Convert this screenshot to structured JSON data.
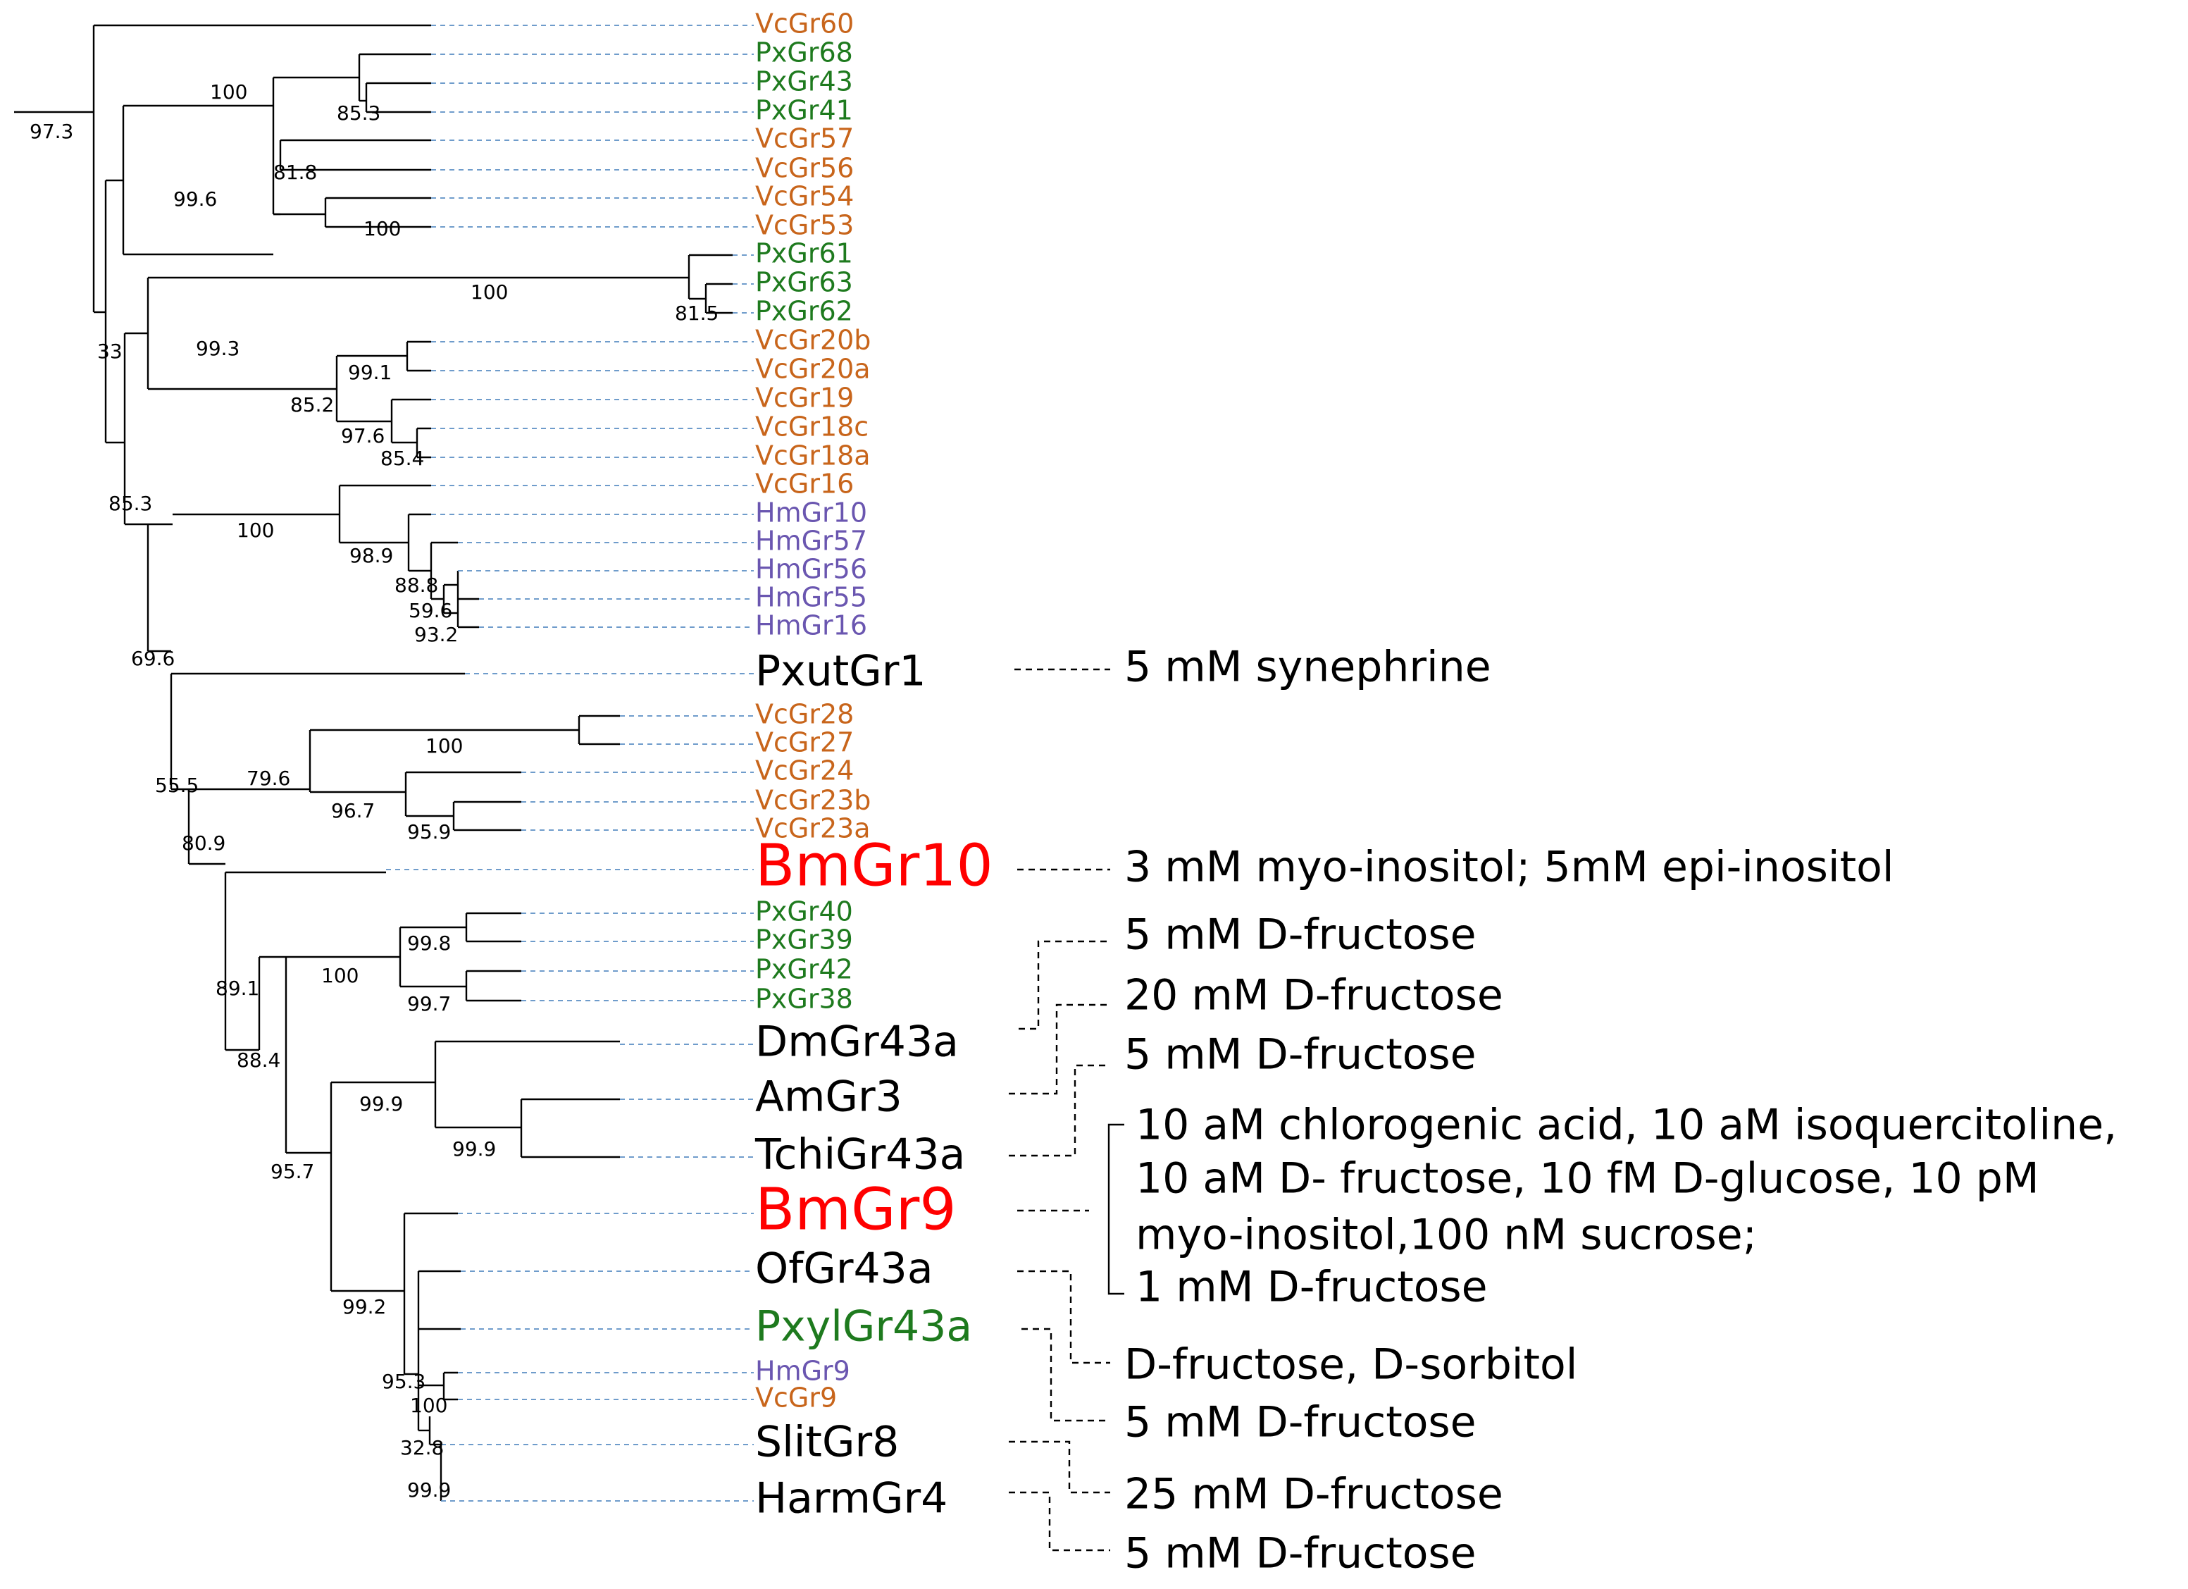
{
  "colors": {
    "Vc": "#c8651b",
    "Px": "#1e7a1e",
    "Hm": "#6a56b0",
    "highlight": "#ff0000",
    "default": "#000000"
  },
  "leaves": [
    {
      "name": "VcGr60",
      "group": "Vc"
    },
    {
      "name": "PxGr68",
      "group": "Px"
    },
    {
      "name": "PxGr43",
      "group": "Px"
    },
    {
      "name": "PxGr41",
      "group": "Px"
    },
    {
      "name": "VcGr57",
      "group": "Vc"
    },
    {
      "name": "VcGr56",
      "group": "Vc"
    },
    {
      "name": "VcGr54",
      "group": "Vc"
    },
    {
      "name": "VcGr53",
      "group": "Vc"
    },
    {
      "name": "PxGr61",
      "group": "Px"
    },
    {
      "name": "PxGr63",
      "group": "Px"
    },
    {
      "name": "PxGr62",
      "group": "Px"
    },
    {
      "name": "VcGr20b",
      "group": "Vc"
    },
    {
      "name": "VcGr20a",
      "group": "Vc"
    },
    {
      "name": "VcGr19",
      "group": "Vc"
    },
    {
      "name": "VcGr18c",
      "group": "Vc"
    },
    {
      "name": "VcGr18a",
      "group": "Vc"
    },
    {
      "name": "VcGr16",
      "group": "Vc"
    },
    {
      "name": "HmGr10",
      "group": "Hm"
    },
    {
      "name": "HmGr57",
      "group": "Hm"
    },
    {
      "name": "HmGr56",
      "group": "Hm"
    },
    {
      "name": "HmGr55",
      "group": "Hm"
    },
    {
      "name": "HmGr16",
      "group": "Hm"
    },
    {
      "name": "PxutGr1",
      "group": "default",
      "emphasis": "large"
    },
    {
      "name": "VcGr28",
      "group": "Vc"
    },
    {
      "name": "VcGr27",
      "group": "Vc"
    },
    {
      "name": "VcGr24",
      "group": "Vc"
    },
    {
      "name": "VcGr23b",
      "group": "Vc"
    },
    {
      "name": "VcGr23a",
      "group": "Vc"
    },
    {
      "name": "BmGr10",
      "group": "highlight",
      "emphasis": "largest"
    },
    {
      "name": "PxGr40",
      "group": "Px"
    },
    {
      "name": "PxGr39",
      "group": "Px"
    },
    {
      "name": "PxGr42",
      "group": "Px"
    },
    {
      "name": "PxGr38",
      "group": "Px"
    },
    {
      "name": "DmGr43a",
      "group": "default",
      "emphasis": "large"
    },
    {
      "name": "AmGr3",
      "group": "default",
      "emphasis": "large"
    },
    {
      "name": "TchiGr43a",
      "group": "default",
      "emphasis": "large"
    },
    {
      "name": "BmGr9",
      "group": "highlight",
      "emphasis": "largest"
    },
    {
      "name": "OfGr43a",
      "group": "default",
      "emphasis": "large"
    },
    {
      "name": "PxylGr43a",
      "group": "Px",
      "emphasis": "large"
    },
    {
      "name": "HmGr9",
      "group": "Hm"
    },
    {
      "name": "VcGr9",
      "group": "Vc"
    },
    {
      "name": "SlitGr8",
      "group": "default",
      "emphasis": "large"
    },
    {
      "name": "HarmGr4",
      "group": "default",
      "emphasis": "large"
    }
  ],
  "support_values": [
    "97.3",
    "100",
    "85.3",
    "81.8",
    "99.6",
    "100",
    "100",
    "81.5",
    "33",
    "99.3",
    "99.1",
    "85.2",
    "97.6",
    "85.4",
    "85.3",
    "100",
    "98.9",
    "88.8",
    "59.6",
    "93.2",
    "69.6",
    "100",
    "79.6",
    "96.7",
    "95.9",
    "55.5",
    "80.9",
    "99.8",
    "100",
    "99.7",
    "89.1",
    "88.4",
    "99.9",
    "99.9",
    "95.7",
    "99.2",
    "95.3",
    "100",
    "32.8",
    "99.9"
  ],
  "ligands": [
    {
      "text": "5 mM synephrine"
    },
    {
      "text": "3 mM myo-inositol; 5mM epi-inositol"
    },
    {
      "text": "5 mM D-fructose"
    },
    {
      "text": "20 mM D-fructose"
    },
    {
      "text": "5 mM D-fructose"
    },
    {
      "text": "10 aM chlorogenic acid, 10 aM isoquercitoline,"
    },
    {
      "text": "10 aM D- fructose, 10 fM D-glucose, 10 pM"
    },
    {
      "text": "myo-inositol,100 nM sucrose;"
    },
    {
      "text": "1 mM D-fructose"
    },
    {
      "text": "D-fructose, D-sorbitol"
    },
    {
      "text": "5 mM D-fructose"
    },
    {
      "text": "25 mM D-fructose"
    },
    {
      "text": "5 mM D-fructose"
    }
  ]
}
